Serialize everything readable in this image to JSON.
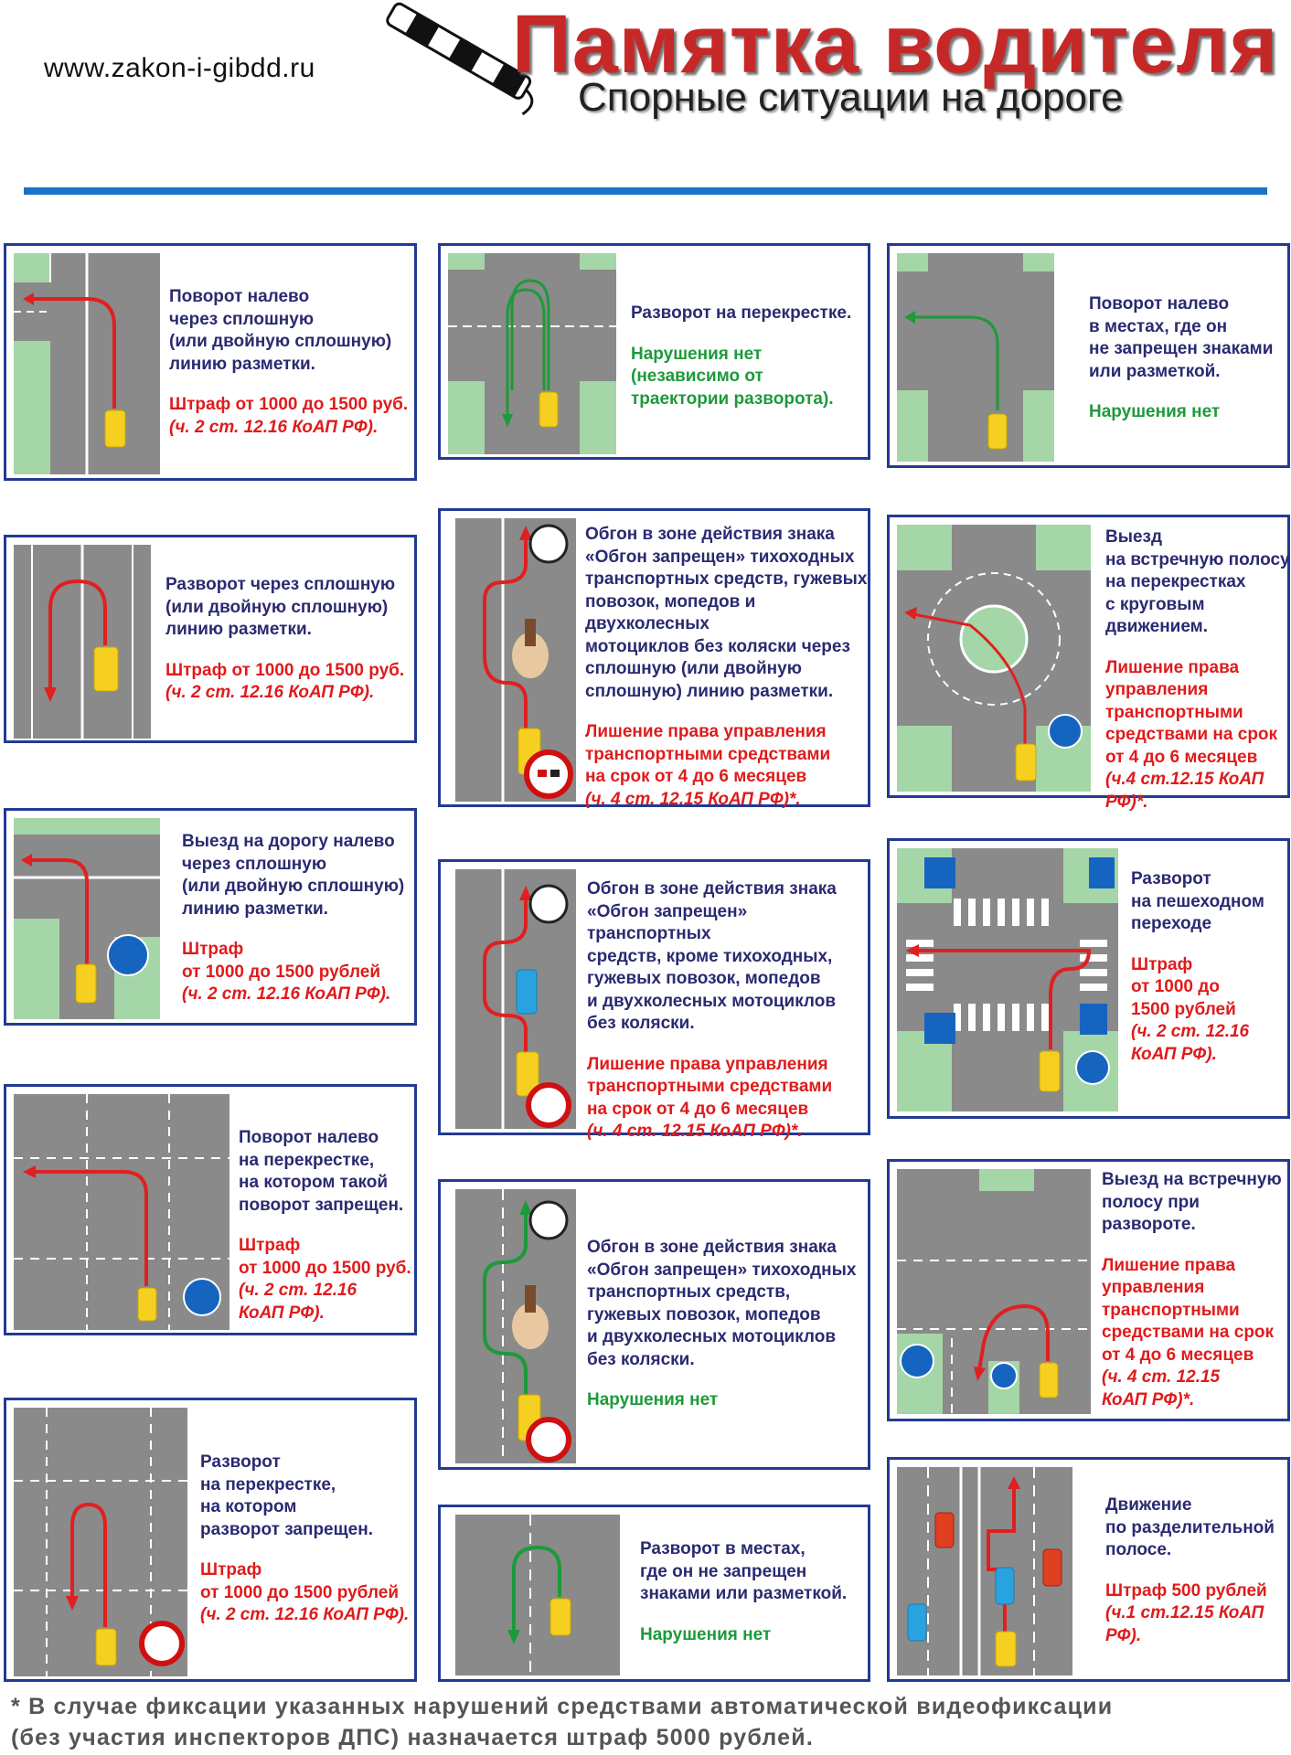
{
  "header": {
    "site": "www.zakon-i-gibdd.ru",
    "title": "Памятка водителя",
    "subtitle": "Спорные ситуации на дороге"
  },
  "colors": {
    "accent": "#1a73c8",
    "border": "#233a94",
    "violation": "#e01b1b",
    "no_violation": "#1d9a3a",
    "description": "#2a2a72"
  },
  "cards": [
    {
      "desc": "Поворот налево\nчерез сплошную\n(или двойную сплошную)\nлинию разметки.",
      "result": "Штраф от 1000 до 1500 руб.",
      "ref": "(ч. 2 ст. 12.16 КоАП РФ)."
    },
    {
      "desc": "Разворот на перекрестке.",
      "result": "Нарушения нет\n(независимо от\nтраектории разворота)."
    },
    {
      "desc": "Поворот налево\nв местах, где он\nне запрещен знаками\nили разметкой.",
      "result": "Нарушения нет"
    },
    {
      "desc": "Разворот через сплошную\n(или двойную сплошную)\nлинию разметки.",
      "result": "Штраф от 1000 до 1500 руб.",
      "ref": "(ч. 2 ст. 12.16 КоАП РФ)."
    },
    {
      "desc": "Обгон в зоне действия знака\n«Обгон запрещен» тихоходных\nтранспортных средств, гужевых\nповозок, мопедов и двухколесных\nмотоциклов без коляски через\nсплошную (или двойную\nсплошную) линию разметки.",
      "result": "Лишение права управления\nтранспортными средствами\nна срок от 4 до 6 месяцев",
      "ref": "(ч. 4 ст. 12.15 КоАП РФ)*."
    },
    {
      "desc": "Выезд\nна встречную полосу\nна перекрестках\nс круговым\nдвижением.",
      "result": "Лишение права\nуправления\nтранспортными\nсредствами на срок\nот 4 до 6 месяцев",
      "ref": "(ч.4 ст.12.15 КоАП РФ)*."
    },
    {
      "desc": "Выезд на дорогу налево\nчерез сплошную\n(или двойную сплошную)\nлинию разметки.",
      "result": "Штраф\nот 1000 до 1500 рублей",
      "ref": "(ч. 2 ст. 12.16 КоАП РФ)."
    },
    {
      "desc": "Обгон в зоне действия знака\n«Обгон запрещен» транспортных\nсредств, кроме тихоходных,\nгужевых повозок, мопедов\nи двухколесных мотоциклов\nбез коляски.",
      "result": "Лишение права управления\nтранспортными средствами\nна срок от 4 до 6 месяцев",
      "ref": "(ч. 4 ст. 12.15 КоАП РФ)*."
    },
    {
      "desc": "Разворот\nна пешеходном\nпереходе",
      "result": "Штраф\nот 1000 до\n1500 рублей",
      "ref": "(ч. 2 ст. 12.16\nКоАП РФ)."
    },
    {
      "desc": "Поворот налево\nна перекрестке,\nна котором такой\nповорот запрещен.",
      "result": "Штраф\nот 1000 до 1500 руб.",
      "ref": "(ч. 2 ст. 12.16\n      КоАП РФ)."
    },
    {
      "desc": "Обгон в зоне действия знака\n«Обгон запрещен» тихоходных\nтранспортных средств,\nгужевых повозок, мопедов\nи двухколесных мотоциклов\nбез коляски.",
      "result": "Нарушения нет"
    },
    {
      "desc": "Выезд на встречную\nполосу при\nразвороте.",
      "result": "Лишение права\nуправления\nтранспортными\nсредствами на срок\nот 4 до 6 месяцев",
      "ref": "(ч. 4 ст. 12.15\nКоАП РФ)*."
    },
    {
      "desc": "Разворот\nна перекрестке,\nна котором\nразворот запрещен.",
      "result": "Штраф\nот 1000 до 1500 рублей",
      "ref": "(ч. 2 ст. 12.16 КоАП РФ)."
    },
    {
      "desc": "Разворот в местах,\nгде он не запрещен\nзнаками или разметкой.",
      "result": "Нарушения нет"
    },
    {
      "desc": "Движение\nпо разделительной\nполосе.",
      "result": "Штраф 500 рублей",
      "ref": "(ч.1 ст.12.15 КоАП РФ)."
    }
  ],
  "footnote": "* В случае фиксации указанных нарушений средствами автоматической видеофиксации\n  (без участия инспекторов ДПС) назначается  штраф 5000 рублей."
}
